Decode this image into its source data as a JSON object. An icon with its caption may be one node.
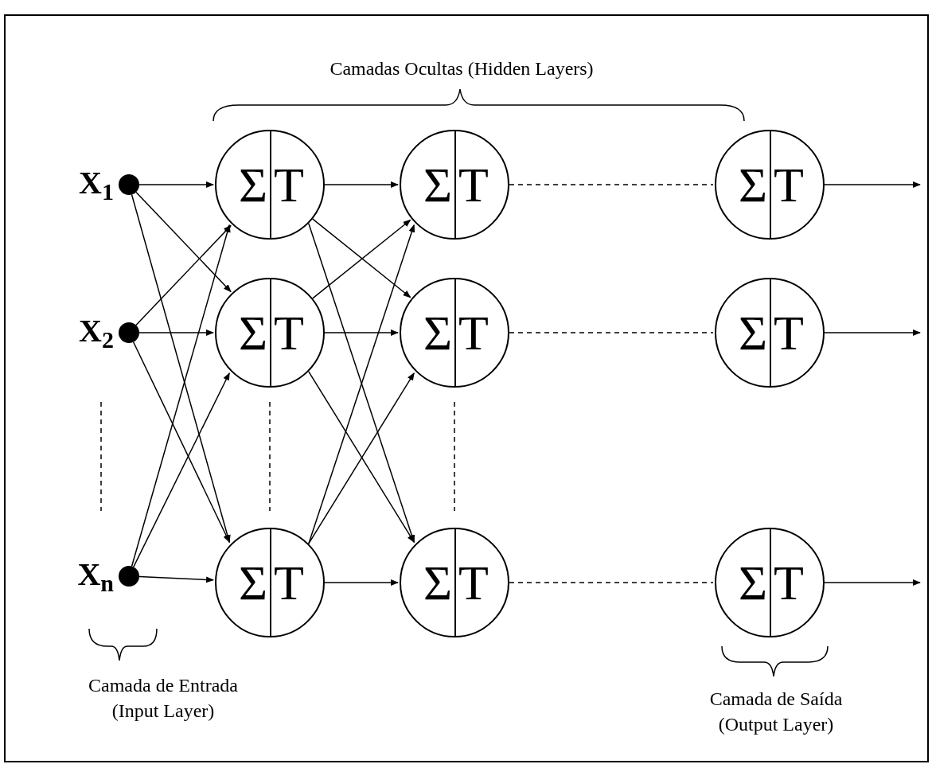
{
  "diagram": {
    "nodes": [
      {
        "text": [],
        "shape": "circle",
        "beside": [
          "X$_{1}$"
        ]
      },
      {
        "text": [],
        "shape": "circle",
        "beside": [
          "X$_{2}$"
        ]
      },
      {
        "text": [],
        "shape": "circle",
        "beside": [
          "X$_{n}$"
        ]
      },
      {
        "text": [
          "Σ",
          "T"
        ]
      },
      {
        "text": [
          "Σ",
          "T"
        ]
      },
      {
        "text": [
          "Σ",
          "T"
        ]
      },
      {
        "text": [
          "Σ",
          "T"
        ]
      },
      {
        "text": [
          "Σ",
          "T"
        ]
      },
      {
        "text": [
          "Σ",
          "T"
        ]
      },
      {
        "text": [
          "Σ",
          "T"
        ]
      },
      {
        "text": [
          "Σ",
          "T"
        ]
      },
      {
        "text": [
          "Σ",
          "T"
        ]
      }
    ],
    "edges": [
      {
        "from": 0,
        "to": 3,
        "arrow": "to"
      },
      {
        "from": 0,
        "to": 4,
        "arrow": "to"
      },
      {
        "from": 0,
        "to": 5,
        "arrow": "to"
      },
      {
        "from": 1,
        "to": 3,
        "arrow": "to"
      },
      {
        "from": 1,
        "to": 4,
        "arrow": "to"
      },
      {
        "from": 1,
        "to": 5,
        "arrow": "to"
      },
      {
        "from": 2,
        "to": 3,
        "arrow": "to"
      },
      {
        "from": 2,
        "to": 4,
        "arrow": "to"
      },
      {
        "from": 2,
        "to": 5,
        "arrow": "to"
      },
      {
        "from": 3,
        "to": 6,
        "arrow": "to"
      },
      {
        "from": 3,
        "to": 7,
        "arrow": "to"
      },
      {
        "from": 3,
        "to": 8,
        "arrow": "to"
      },
      {
        "from": 4,
        "to": 6,
        "arrow": "to"
      },
      {
        "from": 4,
        "to": 7,
        "arrow": "to"
      },
      {
        "from": 4,
        "to": 8,
        "arrow": "to"
      },
      {
        "from": 5,
        "to": 6,
        "arrow": "to"
      },
      {
        "from": 5,
        "to": 7,
        "arrow": "to"
      },
      {
        "from": 5,
        "to": 8,
        "arrow": "to"
      },
      {
        "from": 6,
        "to": 9,
        "arrow": "none",
        "style": "dashed"
      },
      {
        "from": 7,
        "to": 10,
        "arrow": "none",
        "style": "dashed"
      },
      {
        "from": 8,
        "to": 11,
        "arrow": "none",
        "style": "dashed"
      },
      {
        "from": 9,
        "to": null,
        "arrow": "to"
      },
      {
        "from": 10,
        "to": null,
        "arrow": "to"
      },
      {
        "from": 11,
        "to": null,
        "arrow": "to"
      }
    ],
    "labels": [
      "Camadas Ocultas (Hidden Layers)",
      "Camada de Entrada (Input Layer)",
      "Camada de Saída (Output Layer)"
    ]
  }
}
